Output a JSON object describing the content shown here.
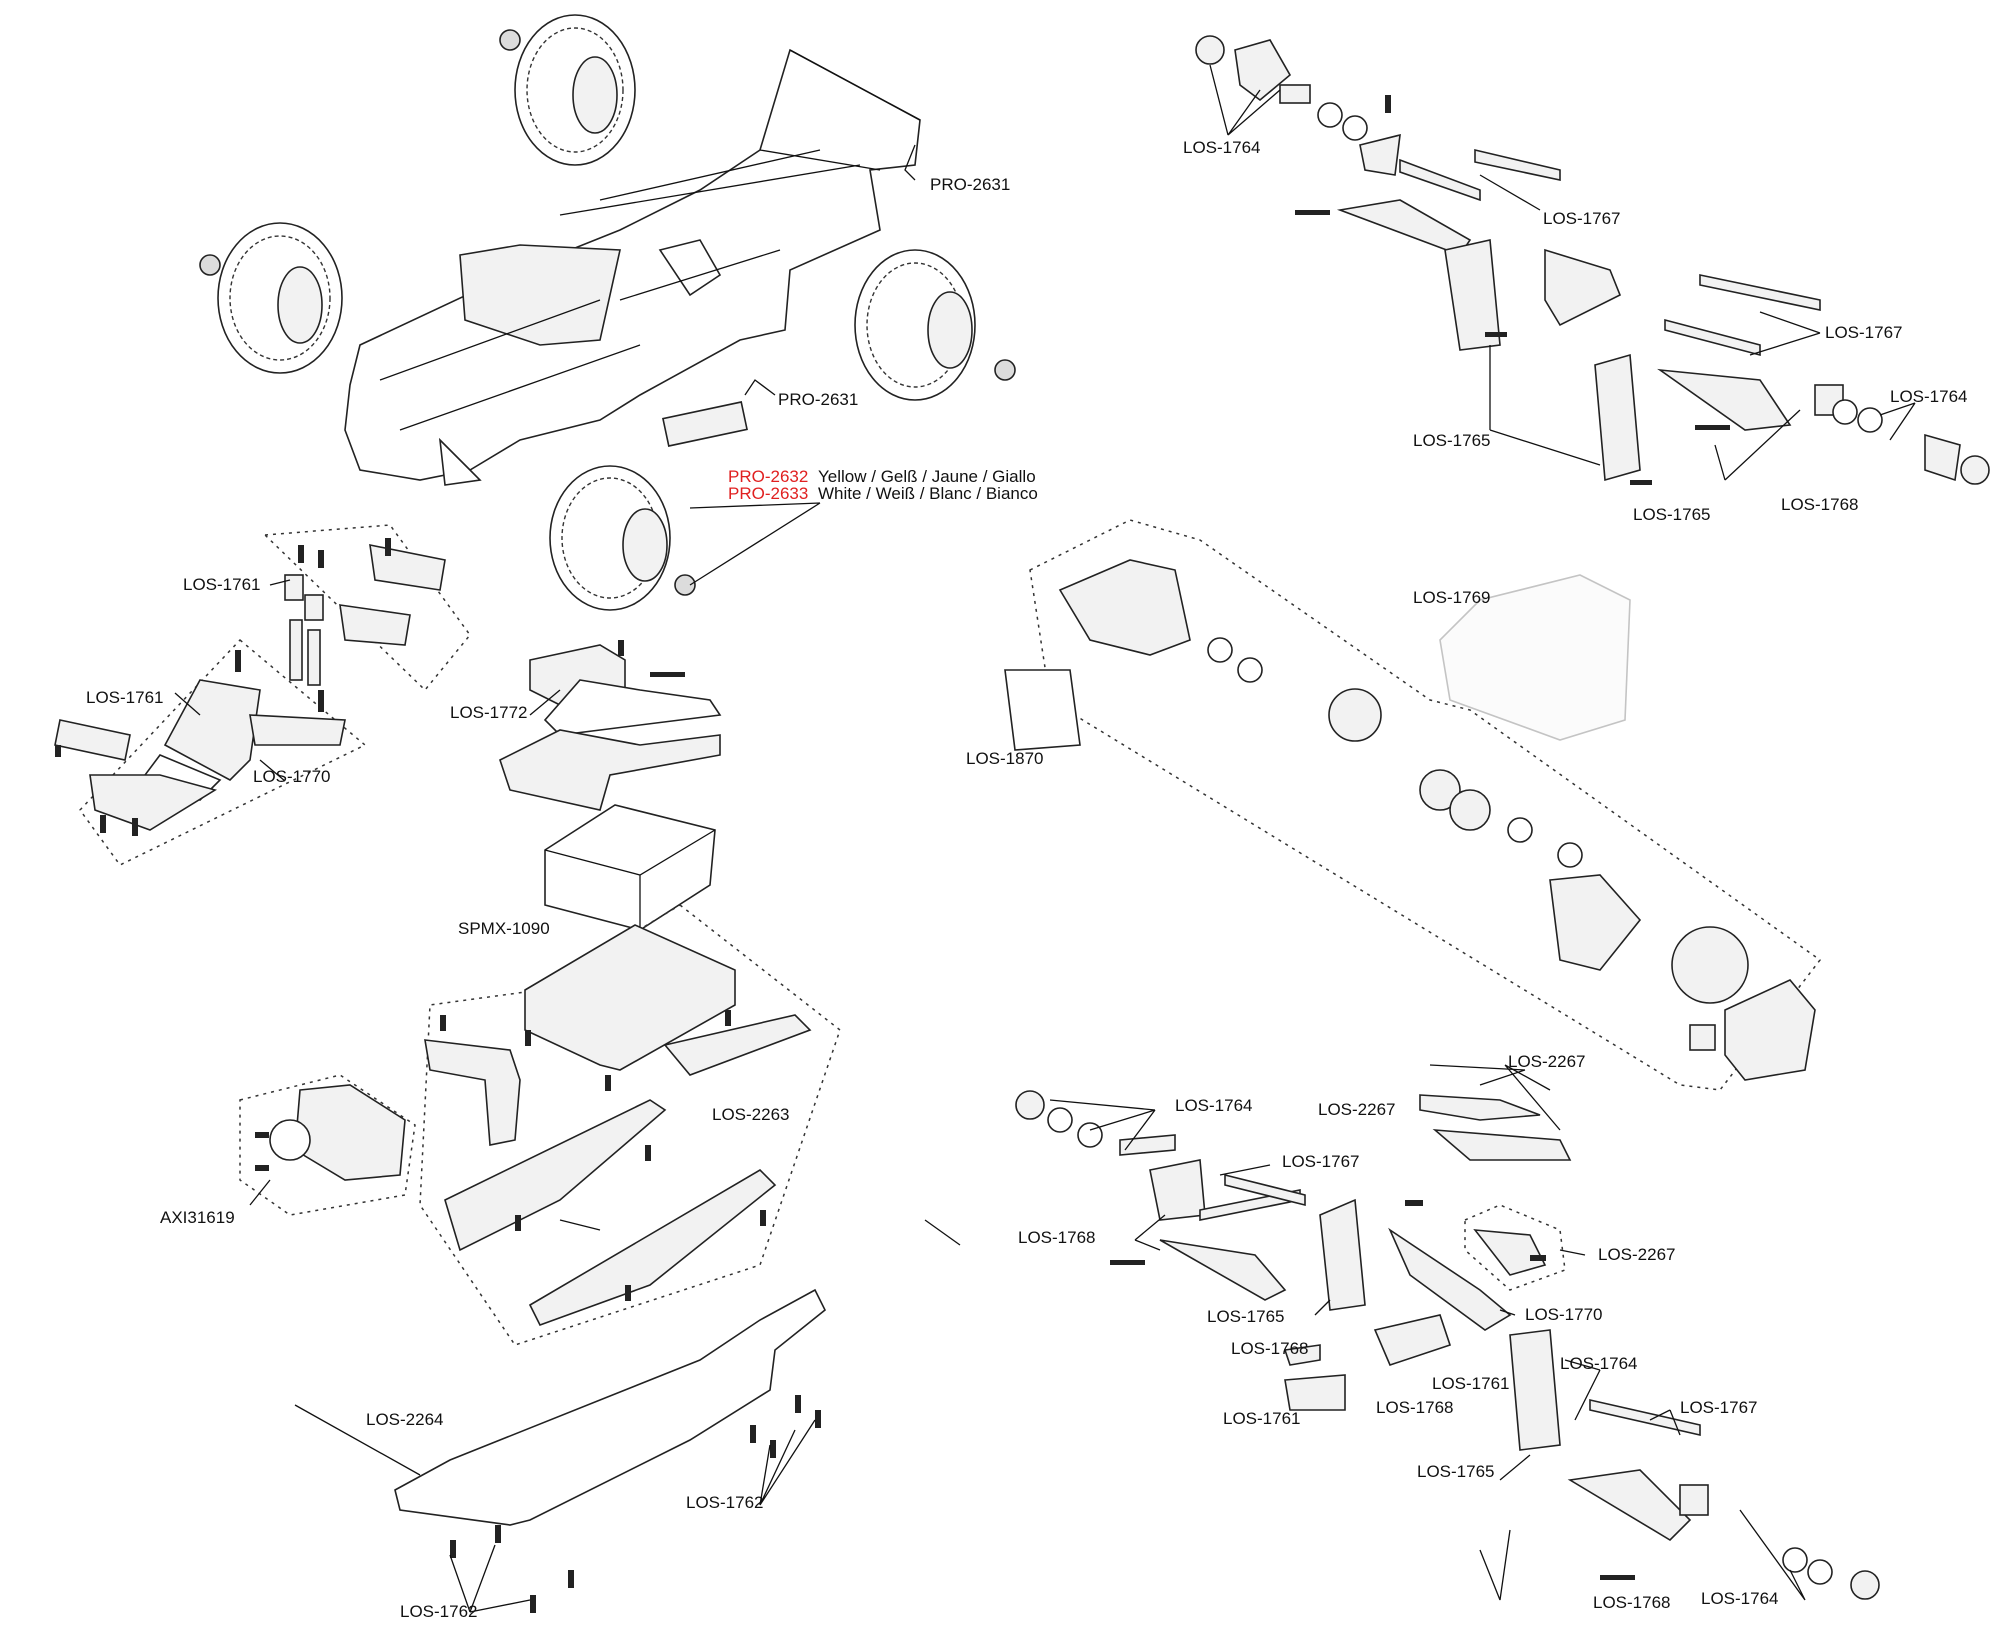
{
  "labels": {
    "body_top": "PRO-2631",
    "body_side": "PRO-2631",
    "wheel_yellow_code": "PRO-2632",
    "wheel_yellow_text": "Yellow / Gelß / Jaune / Giallo",
    "wheel_white_code": "PRO-2633",
    "wheel_white_text": "White / Weiß / Blanc / Bianco",
    "front_mount_upper": "LOS-1761",
    "front_mount_lower": "LOS-1761",
    "front_bumper": "LOS-1770",
    "receiver_box": "LOS-1772",
    "battery": "SPMX-1090",
    "battery_tray": "LOS-2263",
    "servo": "AXI31619",
    "chassis": "LOS-2264",
    "chassis_screws_right": "LOS-1762",
    "chassis_screws_bottom": "LOS-1762",
    "fr_hub_top": "LOS-1764",
    "fr_turnbuckle_top": "LOS-1767",
    "fr_turnbuckle_right": "LOS-1767",
    "fr_hub_right": "LOS-1764",
    "fr_shocks": "LOS-1765",
    "fr_shock_screw": "LOS-1765",
    "fr_arms": "LOS-1768",
    "transmission": "LOS-1769",
    "motor": "LOS-1870",
    "rr_tower_screws": "LOS-2267",
    "rr_tower": "LOS-2267",
    "rr_hub_top": "LOS-1764",
    "rr_turnbuckle_top": "LOS-1767",
    "rr_arm_left": "LOS-1768",
    "rr_mount": "LOS-2267",
    "rr_bumper": "LOS-1770",
    "rr_shock_left": "LOS-1765",
    "rr_pins": "LOS-1768",
    "rr_block_mid": "LOS-1761",
    "rr_pins_2": "LOS-1768",
    "rr_block_low": "LOS-1761",
    "rr_hub_mid": "LOS-1764",
    "rr_turnbuckle_low": "LOS-1767",
    "rr_shock_low": "LOS-1765",
    "rr_arm_low": "LOS-1768",
    "rr_hub_low": "LOS-1764"
  },
  "colors": {
    "line": "#222222",
    "accent": "#e02020",
    "ghost": "#c4c4c4"
  }
}
